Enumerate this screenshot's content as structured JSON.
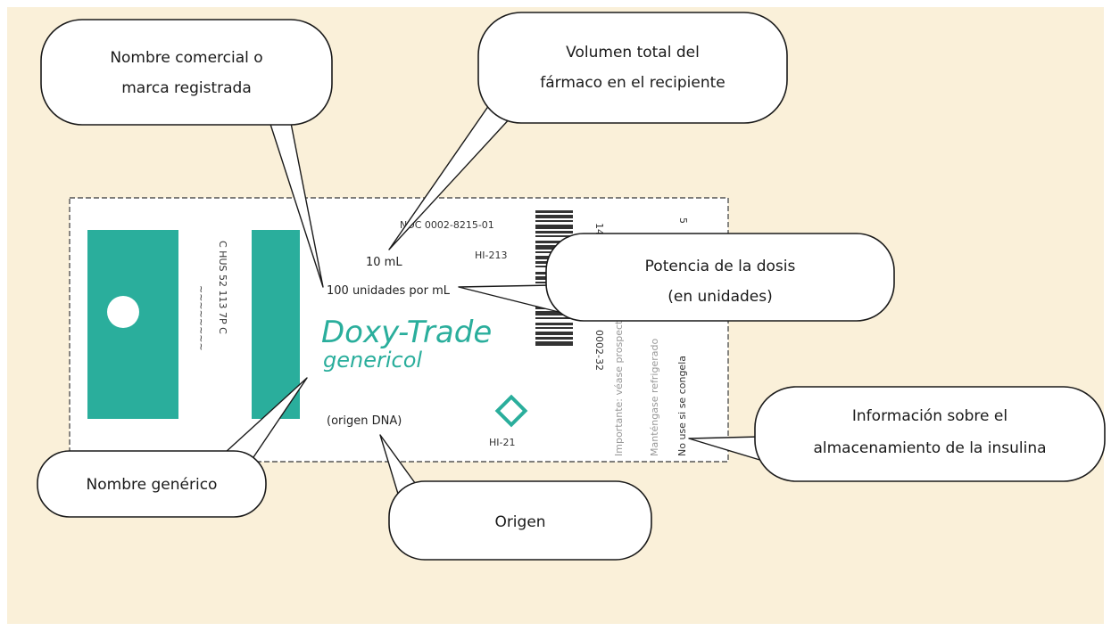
{
  "label": {
    "volume": "10 mL",
    "strength": "100 unidades por mL",
    "brand_name": "Doxy-Trade",
    "generic_name": "genericol",
    "origin": "(origen DNA)"
  },
  "callouts": {
    "brand": {
      "line1": "Nombre comercial o",
      "line2": "marca registrada"
    },
    "volume": {
      "line1": "Volumen total del",
      "line2": "fármaco en el recipiente"
    },
    "strength": {
      "line1": "Potencia de la dosis",
      "line2": "(en unidades)"
    },
    "storage": {
      "line1": "Información sobre el",
      "line2": "almacenamiento de la insulina"
    },
    "generic": {
      "line1": "Nombre genérico"
    },
    "origin": {
      "line1": "Origen"
    }
  },
  "colors": {
    "background": "#faf0d9",
    "teal": "#2aae9c"
  }
}
